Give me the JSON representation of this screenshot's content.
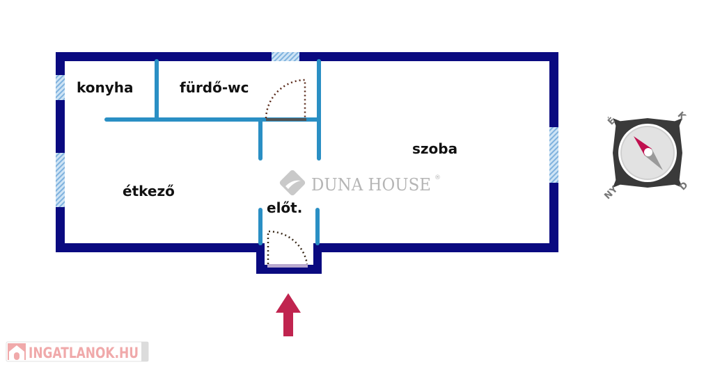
{
  "rooms": {
    "kitchen": "konyha",
    "bathroom": "fürdő-wc",
    "room": "szoba",
    "dining": "étkező",
    "hall": "előt."
  },
  "brand": "DUNA HOUSE",
  "brand_mark": "®",
  "compass": {
    "north": "É",
    "east": "K",
    "south": "D",
    "west": "NY"
  },
  "watermark": "INGATLANOK.HU",
  "colors": {
    "outer_wall": "#0a0a80",
    "inner_wall": "#2a8fc4",
    "window": "#9cc8ea",
    "entry_arrow": "#c0244f",
    "needle": "#c0104f"
  }
}
